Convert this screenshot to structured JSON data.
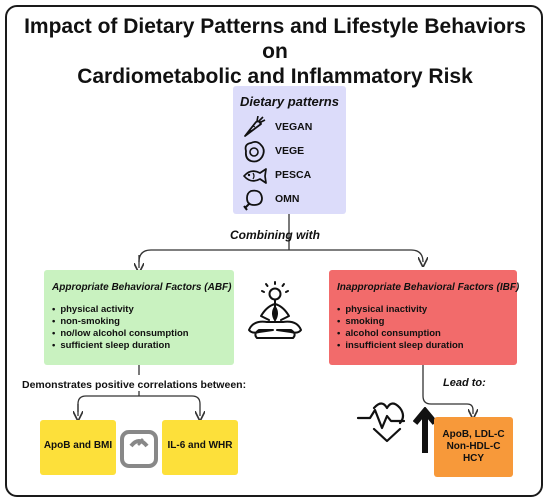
{
  "title_line1": "Impact of Dietary Patterns and Lifestyle Behaviors on",
  "title_line2": "Cardiometabolic and Inflammatory Risk",
  "dietary": {
    "title": "Dietary patterns",
    "items": [
      {
        "label": "VEGAN",
        "icon": "carrot-icon"
      },
      {
        "label": "VEGE",
        "icon": "egg-icon"
      },
      {
        "label": "PESCA",
        "icon": "fish-icon"
      },
      {
        "label": "OMN",
        "icon": "meat-icon"
      }
    ]
  },
  "combining": "Combining with",
  "abf": {
    "title": "Appropriate Behavioral Factors (ABF)",
    "items": [
      "physical activity",
      "non-smoking",
      "no/low alcohol consumption",
      "sufficient sleep duration"
    ]
  },
  "ibf": {
    "title": "Inappropriate Behavioral Factors (IBF)",
    "items": [
      "physical inactivity",
      "smoking",
      "alcohol consumption",
      "insufficient sleep duration"
    ]
  },
  "demonstrates": "Demonstrates positive correlations between:",
  "lead_to": "Lead to:",
  "outcomes_left": [
    "ApoB and BMI",
    "IL-6 and WHR"
  ],
  "outcomes_right": [
    "ApoB, LDL-C",
    "Non-HDL-C",
    "HCY"
  ],
  "colors": {
    "dietary_box": "#dcdcfa",
    "abf_box": "#c9f2c0",
    "ibf_box": "#f26b6b",
    "yellow_box": "#fde03a",
    "orange_box": "#f7993a"
  }
}
